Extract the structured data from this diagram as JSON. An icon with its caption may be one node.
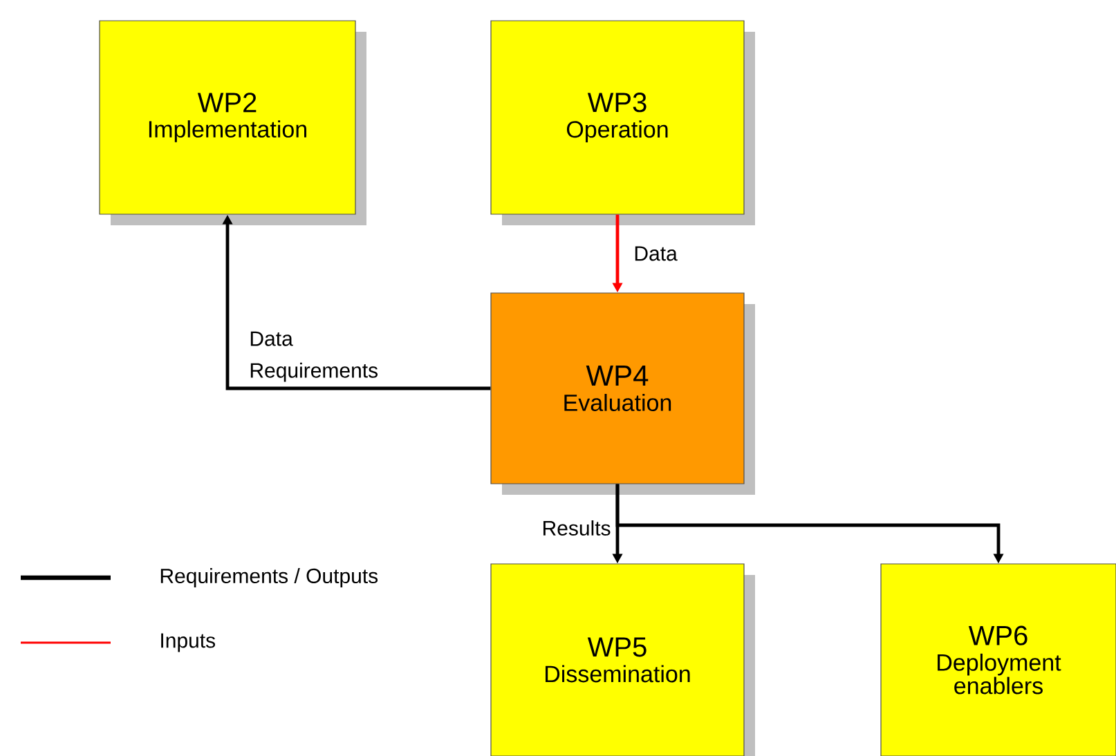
{
  "diagram": {
    "nodes": [
      {
        "text": [
          "WP2",
          "Implementation"
        ]
      },
      {
        "text": [
          "WP3",
          "Operation"
        ]
      },
      {
        "text": [
          "WP4",
          "Evaluation"
        ]
      },
      {
        "text": [
          "WP5",
          "Dissemination"
        ]
      },
      {
        "text": [
          "WP6",
          "Deployment enablers"
        ]
      }
    ],
    "edges": [
      {
        "from": 1,
        "to": 2,
        "arrow": "to",
        "label": "Data",
        "color": "#ff0000"
      },
      {
        "from": 2,
        "to": 0,
        "arrow": "to",
        "label": "Data Requirements"
      },
      {
        "from": 2,
        "to": 3,
        "arrow": "to",
        "label": "Results"
      },
      {
        "from": 2,
        "to": 4,
        "arrow": "to"
      }
    ],
    "legend": [
      {
        "text": "Requirements / Outputs"
      },
      {
        "text": "Inputs"
      }
    ]
  }
}
